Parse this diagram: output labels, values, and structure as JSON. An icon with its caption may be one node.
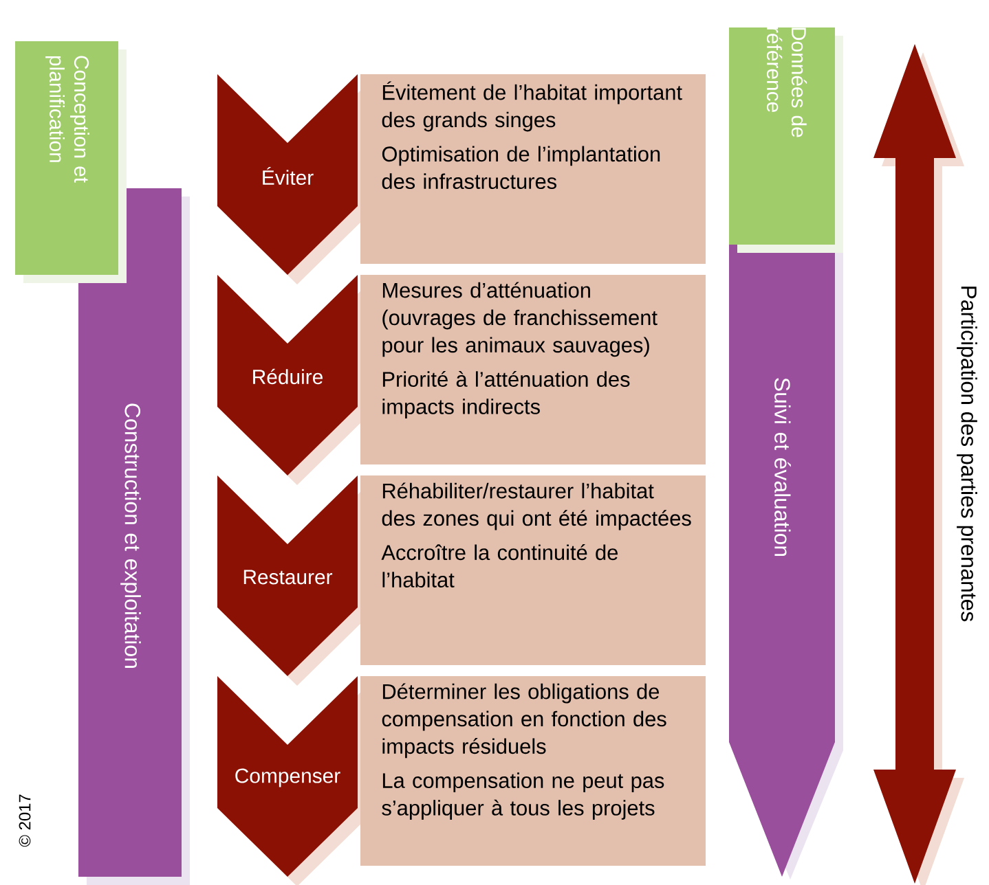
{
  "diagram": {
    "nodes": [
      {
        "text": [
          "Conception et planification"
        ]
      },
      {
        "text": [
          "Construction et exploitation"
        ]
      },
      {
        "text": [
          "Éviter"
        ]
      },
      {
        "text": [
          "Évitement de l’habitat important des grands singes",
          "Optimisation de l’implantation des infrastructures"
        ]
      },
      {
        "text": [
          "Réduire"
        ]
      },
      {
        "text": [
          "Mesures d’atténuation (ouvrages de franchissement pour les animaux sauvages)",
          "Priorité à l’atténuation des impacts indirects"
        ]
      },
      {
        "text": [
          "Restaurer"
        ]
      },
      {
        "text": [
          "Réhabiliter/restaurer l’habitat des zones qui ont été impactées",
          "Accroître la continuité de l’habitat"
        ]
      },
      {
        "text": [
          "Compenser"
        ]
      },
      {
        "text": [
          "Déterminer les obligations de compensation en fonction des impacts résiduels",
          "La compensation ne peut pas s’appliquer à tous les projets"
        ]
      },
      {
        "text": [
          "Données de référence"
        ]
      },
      {
        "text": [
          "Suivi et évaluation"
        ]
      }
    ],
    "labels": [
      "Participation des parties prenantes",
      "© 2017"
    ]
  }
}
